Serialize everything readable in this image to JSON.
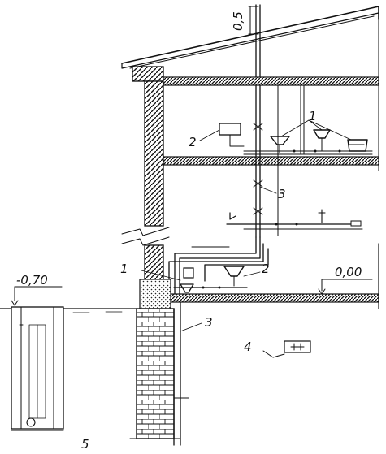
{
  "labels": {
    "roof_dim": "0,5",
    "ground_level": "-0,70",
    "floor_level": "0,00",
    "ref_1_upper": "1",
    "ref_2_upper": "2",
    "ref_3_upper": "3",
    "ref_1_lower": "1",
    "ref_2_lower": "2",
    "ref_3_lower": "3",
    "ref_4": "4",
    "ref_5": "5"
  }
}
